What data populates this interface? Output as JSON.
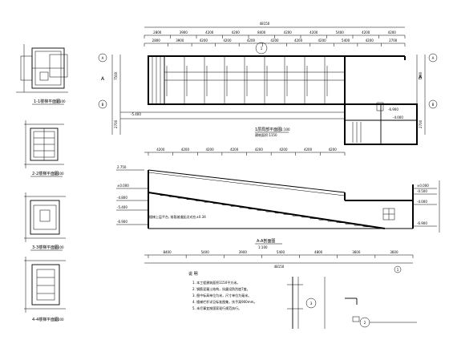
{
  "plan_main": {
    "top_dims_row1": [
      "2800",
      "3900",
      "4200",
      "4200",
      "8400",
      "4200",
      "4200",
      "5400",
      "4200",
      "4200"
    ],
    "top_dims_row2": [
      "2800",
      "3900",
      "4200",
      "4200",
      "4200",
      "4200",
      "4200",
      "4200",
      "5400",
      "4200",
      "2700"
    ],
    "bottom_dims": [
      "4200",
      "4200",
      "4200",
      "4200",
      "4200",
      "4200",
      "4200",
      "4200"
    ],
    "top_total": "48150",
    "left_dims": [
      "7500",
      "2700"
    ],
    "right_dims": [
      "7500",
      "2700"
    ],
    "axis_top": "1",
    "axis_left_a": "A",
    "axis_left_b": "B",
    "axis_right_a": "A",
    "axis_right_b": "B",
    "level_left": "-5.400",
    "level_right": "-6.900",
    "level_stair": "-4.000",
    "title": "1层局部平面图",
    "scale": "1:100",
    "area": "建筑面积:1150"
  },
  "section_main": {
    "levels_left": [
      "2.750",
      "±0.000",
      "-4.800",
      "-5.400",
      "-6.900"
    ],
    "levels_right": [
      "±0.000",
      "-0.500",
      "-4.000",
      "-6.900"
    ],
    "note": "楼梯上层平台, 前段坡道起点对应±0.34",
    "title": "A-A剖面图",
    "scale": "1:100",
    "bottom_dims": [
      "8400",
      "5400",
      "3900",
      "5400",
      "4800",
      "3600",
      "3600"
    ],
    "bottom_total": "48150"
  },
  "details": [
    {
      "title": "1-1楼梯平面图",
      "scale": "1:100"
    },
    {
      "title": "2-2楼梯平面图",
      "scale": "1:100"
    },
    {
      "title": "3-3楼梯平面图",
      "scale": "1:100"
    },
    {
      "title": "4-4楼梯平面图",
      "scale": "1:100"
    }
  ],
  "notes": {
    "heading": "说 明",
    "lines": [
      "1. 本工程建筑面积1150平方米。",
      "2. 钢筋混凝土结构，抗震设防烈度7度。",
      "3. 图中标高单位为米，尺寸单位为毫米。",
      "4. 楼梯栏杆详见标准图集，扶手高900mm。",
      "5. 未尽事宜按国家现行规范执行。"
    ]
  },
  "circles": {
    "c1": "2",
    "c2": "3",
    "c3": "1"
  }
}
